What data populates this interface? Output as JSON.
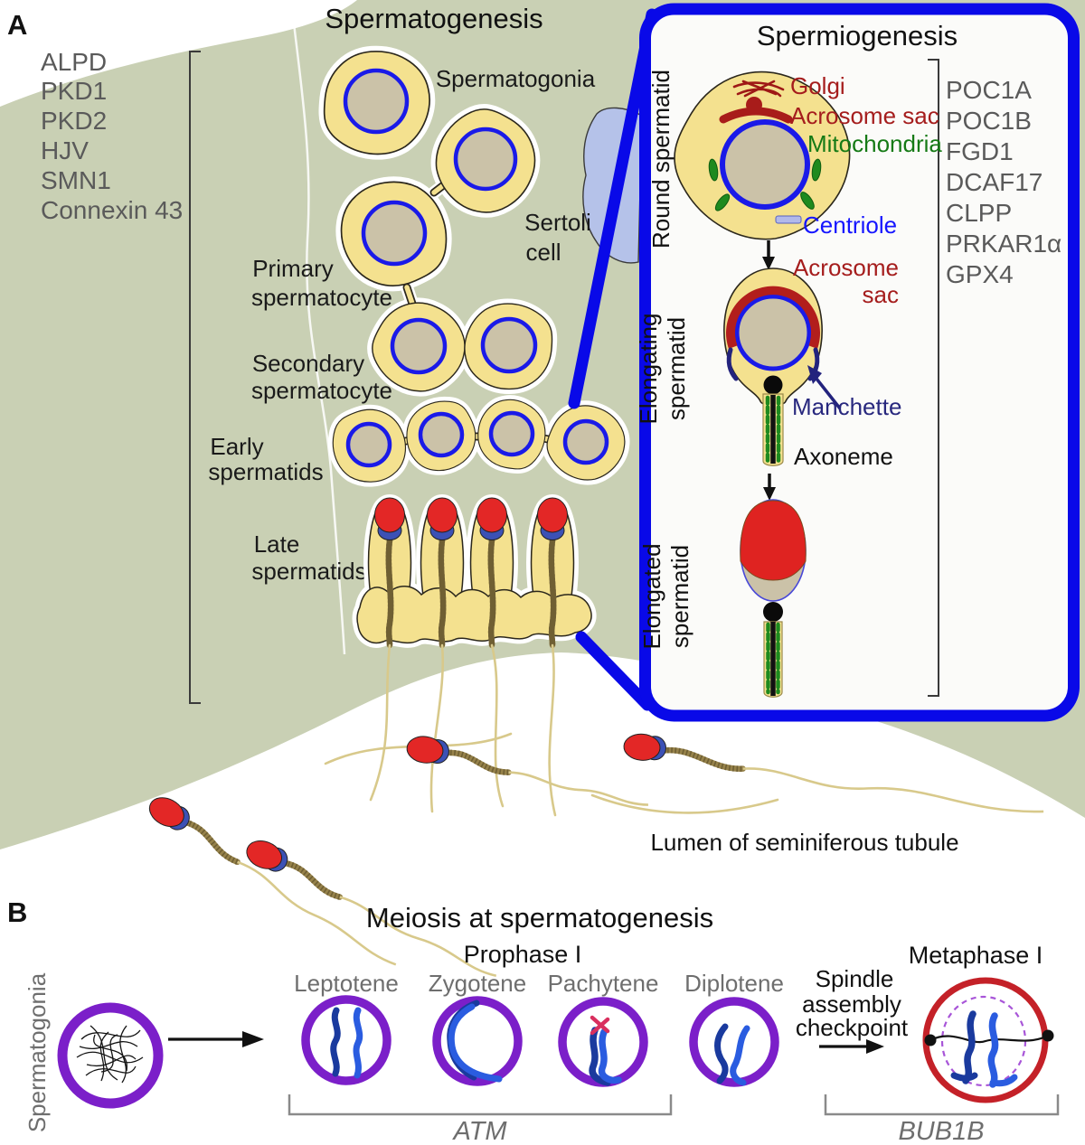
{
  "colors": {
    "accent_blue": "#0909e8",
    "tissue_green": "#c9d0b4",
    "cell_yellow": "#f4e18f",
    "nucleus_tan": "#cbc2a8",
    "nucleus_ring_blue": "#1a1ae8",
    "sertoli_blue": "#b5c2e9",
    "sperm_red": "#e32726",
    "sperm_blue": "#3c51b5",
    "dark_red_organelle": "#9e1816",
    "mito_green": "#1e8a1e",
    "purple_ring": "#7b1fc9",
    "metaphase_red": "#c42128",
    "chromosome_navy": "#1a3a9e",
    "chromosome_blue": "#2a5ce0"
  },
  "panel_a": {
    "label": "A",
    "title": "Spermatogenesis",
    "genes": [
      "ALPD",
      "PKD1",
      "PKD2",
      "HJV",
      "SMN1",
      "Connexin 43"
    ],
    "labels": {
      "spermatogonia": "Spermatogonia",
      "sertoli_1": "Sertoli",
      "sertoli_2": "cell",
      "primary_1": "Primary",
      "primary_2": "spermatocyte",
      "secondary_1": "Secondary",
      "secondary_2": "spermatocyte",
      "early_1": "Early",
      "early_2": "spermatids",
      "late_1": "Late",
      "late_2": "spermatids",
      "lumen": "Lumen of seminiferous tubule"
    }
  },
  "inset": {
    "title": "Spermiogenesis",
    "genes": [
      "POC1A",
      "POC1B",
      "FGD1",
      "DCAF17",
      "CLPP",
      "PRKAR1α",
      "GPX4"
    ],
    "stage_round": "Round spermatid",
    "stage_elongating_1": "Elongating",
    "stage_elongating_2": "spermatid",
    "stage_elongated_1": "Elongated",
    "stage_elongated_2": "spermatid",
    "organelles": {
      "golgi": "Golgi",
      "acrosome_sac": "Acrosome sac",
      "mitochondria": "Mitochondria",
      "centriole": "Centriole",
      "acrosome_1": "Acrosome",
      "acrosome_2": "sac",
      "manchette": "Manchette",
      "axoneme": "Axoneme"
    }
  },
  "panel_b": {
    "label": "B",
    "title": "Meiosis at spermatogenesis",
    "prophase": "Prophase I",
    "metaphase": "Metaphase I",
    "spermatogonia": "Spermatogonia",
    "stages": [
      "Leptotene",
      "Zygotene",
      "Pachytene",
      "Diplotene"
    ],
    "checkpoint_1": "Spindle",
    "checkpoint_2": "assembly",
    "checkpoint_3": "checkpoint",
    "gene_atm": "ATM",
    "gene_bub1b": "BUB1B"
  }
}
